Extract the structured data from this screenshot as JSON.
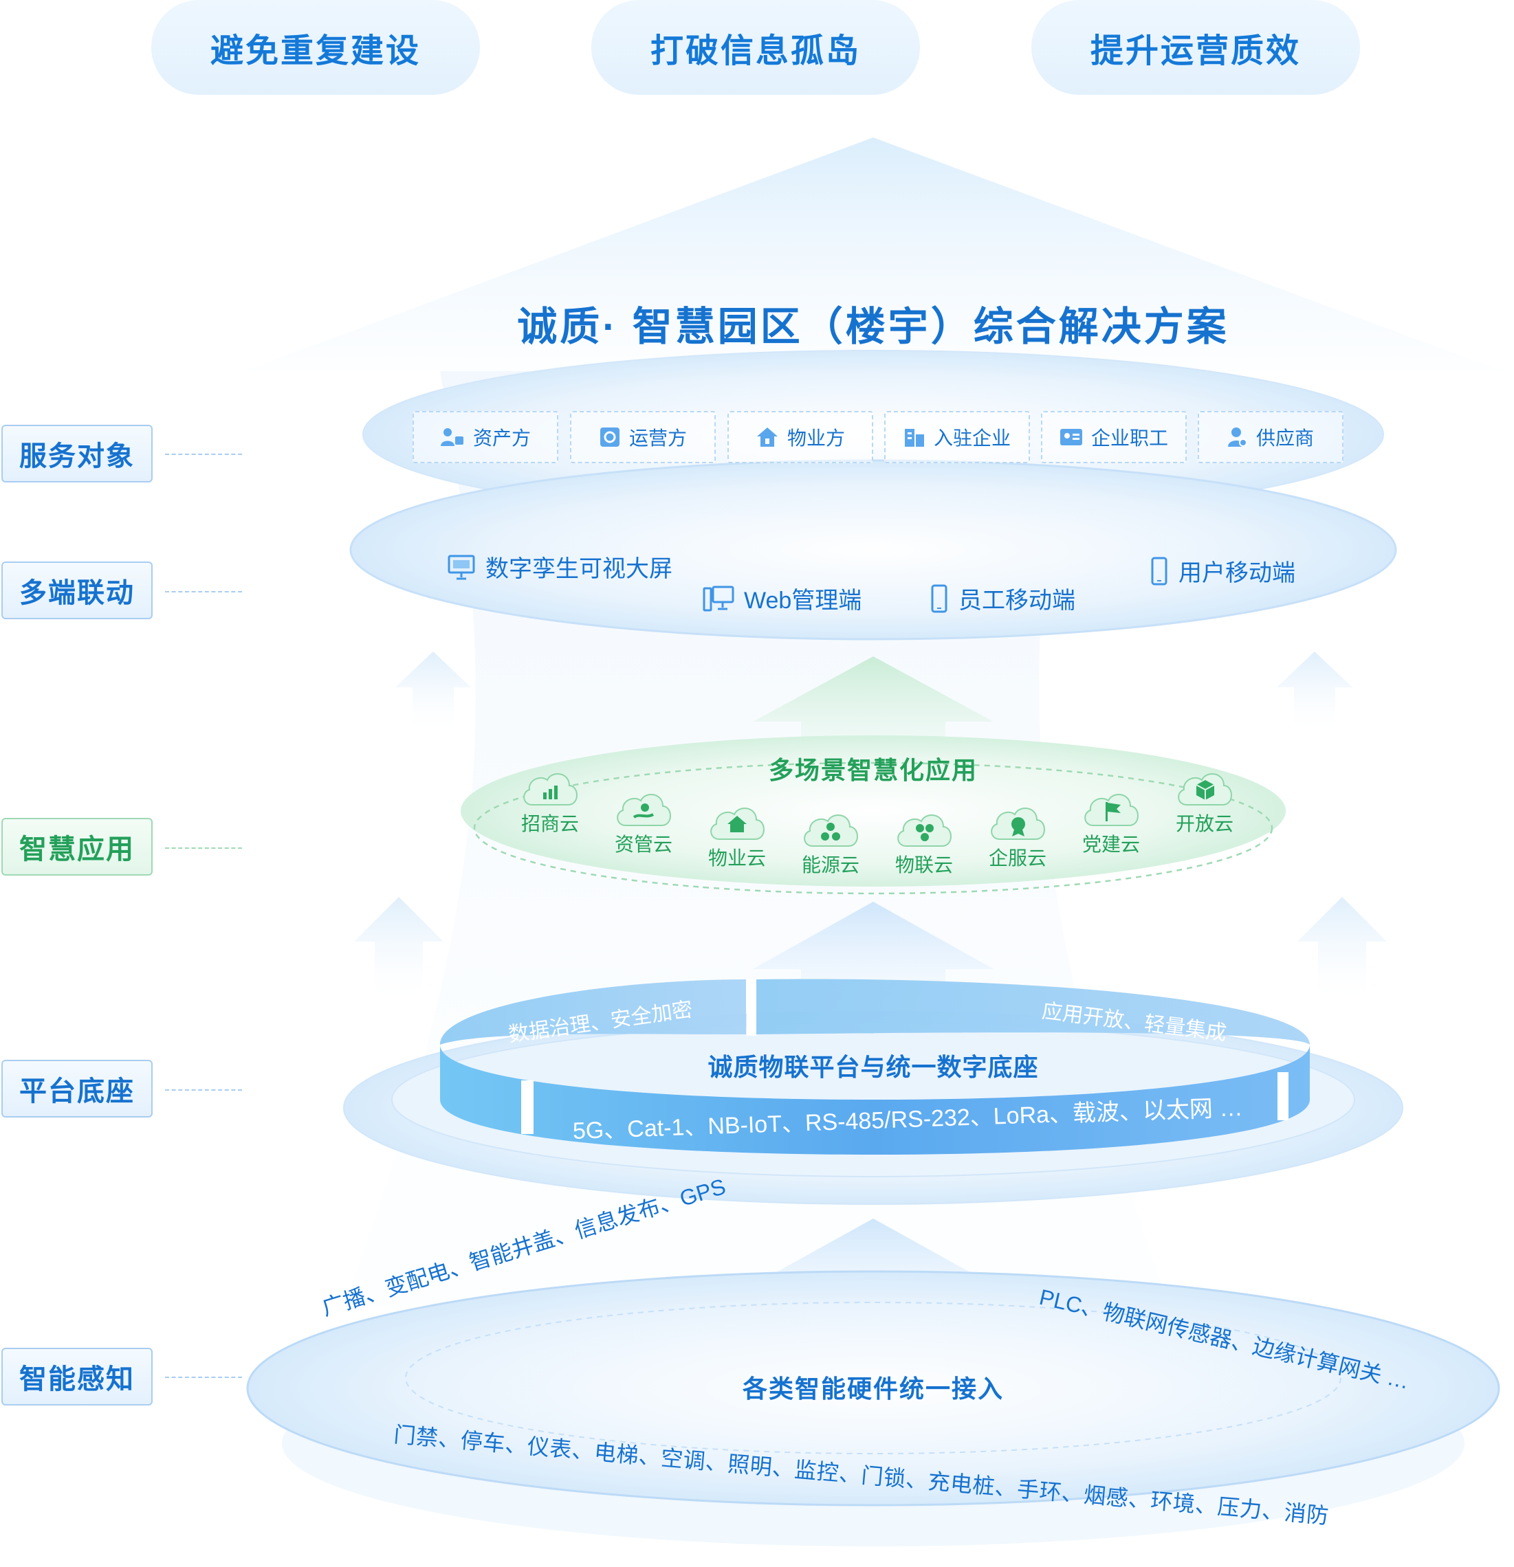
{
  "benefits": [
    "避免重复建设",
    "打破信息孤岛",
    "提升运营质效"
  ],
  "main_title": "诚质· 智慧园区（楼宇）综合解决方案",
  "side_labels": {
    "service": "服务对象",
    "terminal": "多端联动",
    "application": "智慧应用",
    "platform": "平台底座",
    "perception": "智能感知"
  },
  "service_objects": [
    {
      "label": "资产方",
      "icon": "users-icon"
    },
    {
      "label": "运营方",
      "icon": "settings-icon"
    },
    {
      "label": "物业方",
      "icon": "home-icon"
    },
    {
      "label": "入驻企业",
      "icon": "building-icon"
    },
    {
      "label": "企业职工",
      "icon": "id-card-icon"
    },
    {
      "label": "供应商",
      "icon": "supplier-icon"
    }
  ],
  "terminals": {
    "screen": "数字孪生可视大屏",
    "web": "Web管理端",
    "staff_mobile": "员工移动端",
    "user_mobile": "用户移动端"
  },
  "scene_title": "多场景智慧化应用",
  "clouds": [
    {
      "label": "招商云",
      "icon": "chart-icon"
    },
    {
      "label": "资管云",
      "icon": "hand-coin-icon"
    },
    {
      "label": "物业云",
      "icon": "home-icon"
    },
    {
      "label": "能源云",
      "icon": "energy-icon"
    },
    {
      "label": "物联云",
      "icon": "network-icon"
    },
    {
      "label": "企服云",
      "icon": "badge-icon"
    },
    {
      "label": "党建云",
      "icon": "flag-icon"
    },
    {
      "label": "开放云",
      "icon": "cube-icon"
    }
  ],
  "platform": {
    "title": "诚质物联平台与统一数字底座",
    "left_ring": "数据治理、安全加密",
    "right_ring": "应用开放、轻量集成",
    "protocols": "5G、Cat-1、NB-IoT、RS-485/RS-232、LoRa、载波、以太网 …"
  },
  "hardware": {
    "title": "各类智能硬件统一接入",
    "top_left": "广播、变配电、智能井盖、信息发布、GPS",
    "top_right": "PLC、物联网传感器、边缘计算网关 …",
    "bottom": "门禁、停车、仪表、电梯、空调、照明、监控、门锁、充电桩、手环、烟感、环境、压力、消防"
  },
  "colors": {
    "primary_blue": "#1672cf",
    "green": "#23a05a",
    "ring_blue": "#5ab0f0"
  }
}
